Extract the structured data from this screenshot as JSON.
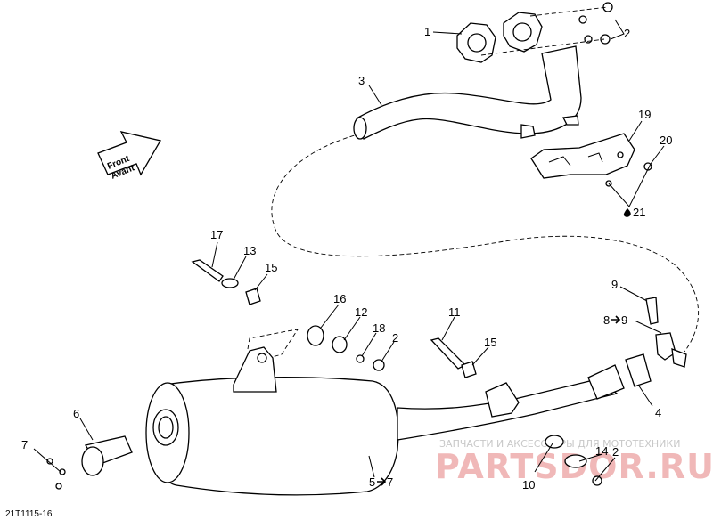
{
  "diagram": {
    "figure_code": "21T1115-16",
    "front_arrow": {
      "line1": "Front",
      "line2": "Avant"
    },
    "callouts": {
      "c1": "1",
      "c2a": "2",
      "c3": "3",
      "c19": "19",
      "c20": "20",
      "c21": "21",
      "c17": "17",
      "c13": "13",
      "c15a": "15",
      "c9": "9",
      "c89": "8",
      "c89b": "9",
      "c16": "16",
      "c12": "12",
      "c18": "18",
      "c2b": "2",
      "c11": "11",
      "c15b": "15",
      "c4": "4",
      "c6": "6",
      "c7": "7",
      "c57a": "5",
      "c57b": "7",
      "c14": "14",
      "c2c": "2",
      "c10": "10"
    },
    "watermark": {
      "text": "ЗАПЧАСТИ И АКСЕССУАРЫ ДЛЯ МОТОТЕХНИКИ",
      "logo": "PARTSDOR.RU"
    }
  }
}
